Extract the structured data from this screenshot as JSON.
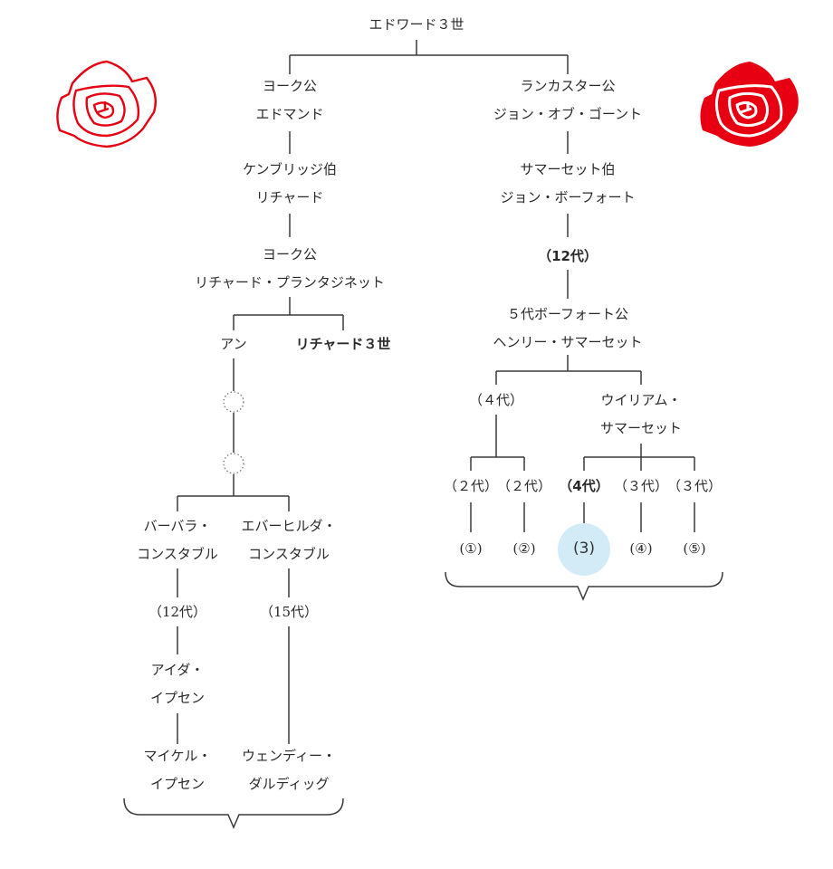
{
  "title": "Descendants of Edward III — York and Lancaster lines",
  "colors": {
    "rose_york": "#e60012",
    "rose_lancaster": "#e60012",
    "highlight": "#d3ebf7",
    "line": "#3a3a3a"
  },
  "roses": {
    "left": {
      "name": "white rose of York",
      "style": "outline"
    },
    "right": {
      "name": "red rose of Lancaster",
      "style": "filled"
    }
  },
  "root": {
    "lines": [
      "エドワード３世"
    ]
  },
  "york": {
    "nodes": [
      {
        "id": "york-edmund",
        "lines": [
          "ヨーク公",
          "エドマンド"
        ]
      },
      {
        "id": "cambridge-richard",
        "lines": [
          "ケンブリッジ伯",
          "リチャード"
        ]
      },
      {
        "id": "york-richard",
        "lines": [
          "ヨーク公",
          "リチャード・プランタジネット"
        ]
      },
      {
        "id": "anne",
        "lines": [
          "アン"
        ]
      },
      {
        "id": "richard-iii",
        "lines": [
          "リチャード３世"
        ],
        "bold": true
      },
      {
        "id": "barbara",
        "lines": [
          "バーバラ・",
          "コンスタブル"
        ]
      },
      {
        "id": "everhilda",
        "lines": [
          "エバーヒルダ・",
          "コンスタブル"
        ]
      },
      {
        "id": "gen12",
        "lines": [
          "（12代）"
        ]
      },
      {
        "id": "gen15",
        "lines": [
          "（15代）"
        ]
      },
      {
        "id": "ida",
        "lines": [
          "アイダ・",
          "イプセン"
        ]
      },
      {
        "id": "michael",
        "lines": [
          "マイケル・",
          "イプセン"
        ]
      },
      {
        "id": "wendy",
        "lines": [
          "ウェンディー・",
          "ダルディッグ"
        ]
      }
    ],
    "unknown_generations": 2
  },
  "lancaster": {
    "nodes": [
      {
        "id": "lancaster-john",
        "lines": [
          "ランカスター公",
          "ジョン・オブ・ゴーント"
        ]
      },
      {
        "id": "somerset-john",
        "lines": [
          "サマーセット伯",
          "ジョン・ボーフォート"
        ]
      },
      {
        "id": "gen12b",
        "lines": [
          "（12代）"
        ],
        "bold": true
      },
      {
        "id": "henry",
        "lines": [
          "５代ボーフォート公",
          "ヘンリー・サマーセット"
        ]
      },
      {
        "id": "gen4",
        "lines": [
          "（４代）"
        ]
      },
      {
        "id": "william",
        "lines": [
          "ウイリアム・",
          "サマーセット"
        ]
      },
      {
        "id": "g2a",
        "lines": [
          "（２代）"
        ]
      },
      {
        "id": "g2b",
        "lines": [
          "（２代）"
        ]
      },
      {
        "id": "g4b",
        "lines": [
          "（4代）"
        ],
        "bold": true
      },
      {
        "id": "g3a",
        "lines": [
          "（３代）"
        ]
      },
      {
        "id": "g3b",
        "lines": [
          "（３代）"
        ]
      }
    ],
    "candidates": [
      {
        "label": "(①)",
        "highlighted": false
      },
      {
        "label": "(②)",
        "highlighted": false
      },
      {
        "label": "(3)",
        "highlighted": true
      },
      {
        "label": "(④)",
        "highlighted": false
      },
      {
        "label": "(⑤)",
        "highlighted": false
      }
    ]
  }
}
